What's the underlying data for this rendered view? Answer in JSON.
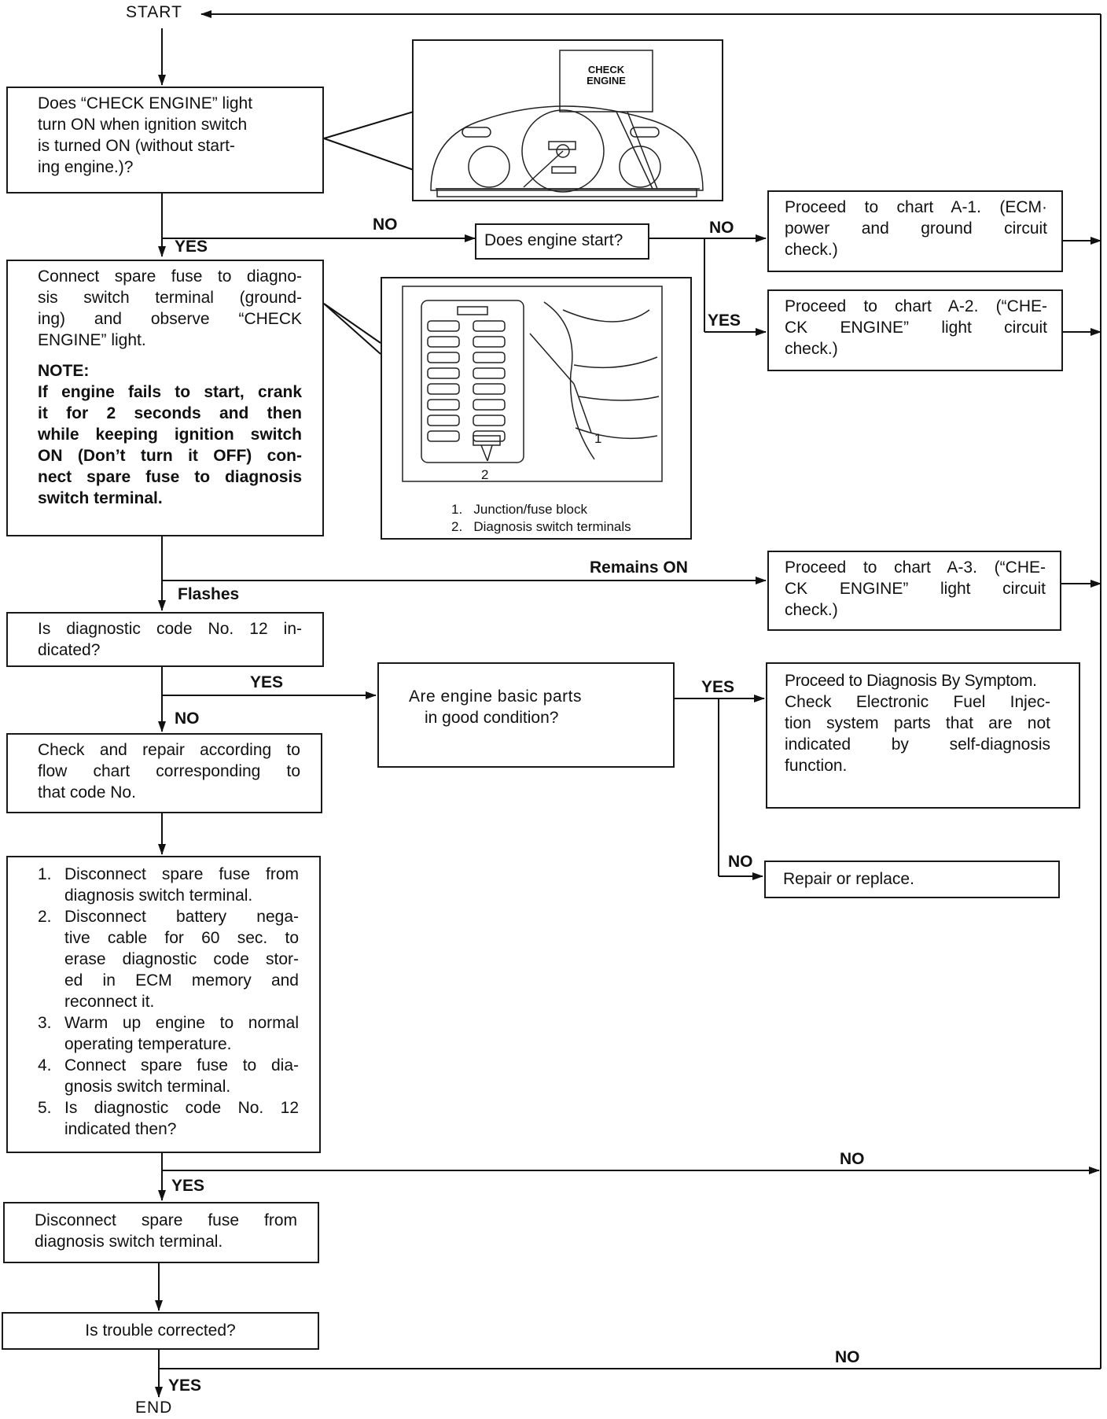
{
  "start_label": "START",
  "end_label": "END",
  "q_check_engine_light": [
    "Does “CHECK ENGINE” light",
    "turn ON when ignition switch",
    "is turned ON (without start-",
    "ing engine.)?"
  ],
  "q_engine_start": "Does engine start?",
  "chart_a1": [
    "Proceed to chart A-1. (ECM·",
    "power and ground circuit",
    "check.)"
  ],
  "chart_a2": [
    "Proceed to chart A-2. (“CHE-",
    "CK ENGINE” light circuit",
    "check.)"
  ],
  "connect_fuse": [
    "Connect spare fuse to diagno-",
    "sis switch terminal (ground-",
    "ing) and observe “CHECK",
    "ENGINE” light."
  ],
  "note_title": "NOTE:",
  "note_body": [
    "If engine fails to start, crank",
    "it for 2 seconds and then",
    "while keeping ignition switch",
    "ON (Don’t turn it OFF) con-",
    "nect spare fuse to diagnosis",
    "switch terminal."
  ],
  "chart_a3": [
    "Proceed to chart A-3. (“CHE-",
    "CK ENGINE” light circuit",
    "check.)"
  ],
  "q_code12": [
    "Is diagnostic code No. 12 in-",
    "dicated?"
  ],
  "q_basic_parts": [
    "Are engine basic parts",
    "in good condition?"
  ],
  "symptom": [
    "Proceed to Diagnosis By Symptom.",
    "Check Electronic Fuel Injec-",
    "tion system parts that are not",
    "indicated by self-diagnosis",
    "function."
  ],
  "check_repair": [
    "Check and repair according to",
    "flow chart corresponding to",
    "that code No."
  ],
  "repair_replace": "Repair or replace.",
  "steps": [
    {
      "num": "1.",
      "lines": [
        "Disconnect spare fuse from",
        "diagnosis switch terminal."
      ]
    },
    {
      "num": "2.",
      "lines": [
        "Disconnect battery nega-",
        "tive cable for 60 sec. to",
        "erase diagnostic code stor-",
        "ed in ECM memory and",
        "reconnect it."
      ]
    },
    {
      "num": "3.",
      "lines": [
        "Warm up engine to normal",
        "operating temperature."
      ]
    },
    {
      "num": "4.",
      "lines": [
        "Connect spare fuse to dia-",
        "gnosis switch terminal."
      ]
    },
    {
      "num": "5.",
      "lines": [
        "Is diagnostic code No. 12",
        "indicated then?"
      ]
    }
  ],
  "disconnect_fuse": [
    "Disconnect spare fuse from",
    "diagnosis switch terminal."
  ],
  "q_corrected": "Is trouble corrected?",
  "labels": {
    "yes": "YES",
    "no": "NO",
    "flashes": "Flashes",
    "remains_on": "Remains ON"
  },
  "figure_cluster": {
    "callout": [
      "CHECK",
      "ENGINE"
    ]
  },
  "figure_fuse": {
    "number_1": "1",
    "number_2": "2",
    "caption": [
      {
        "num": "1.",
        "text": "Junction/fuse block"
      },
      {
        "num": "2.",
        "text": "Diagnosis switch terminals"
      }
    ]
  }
}
